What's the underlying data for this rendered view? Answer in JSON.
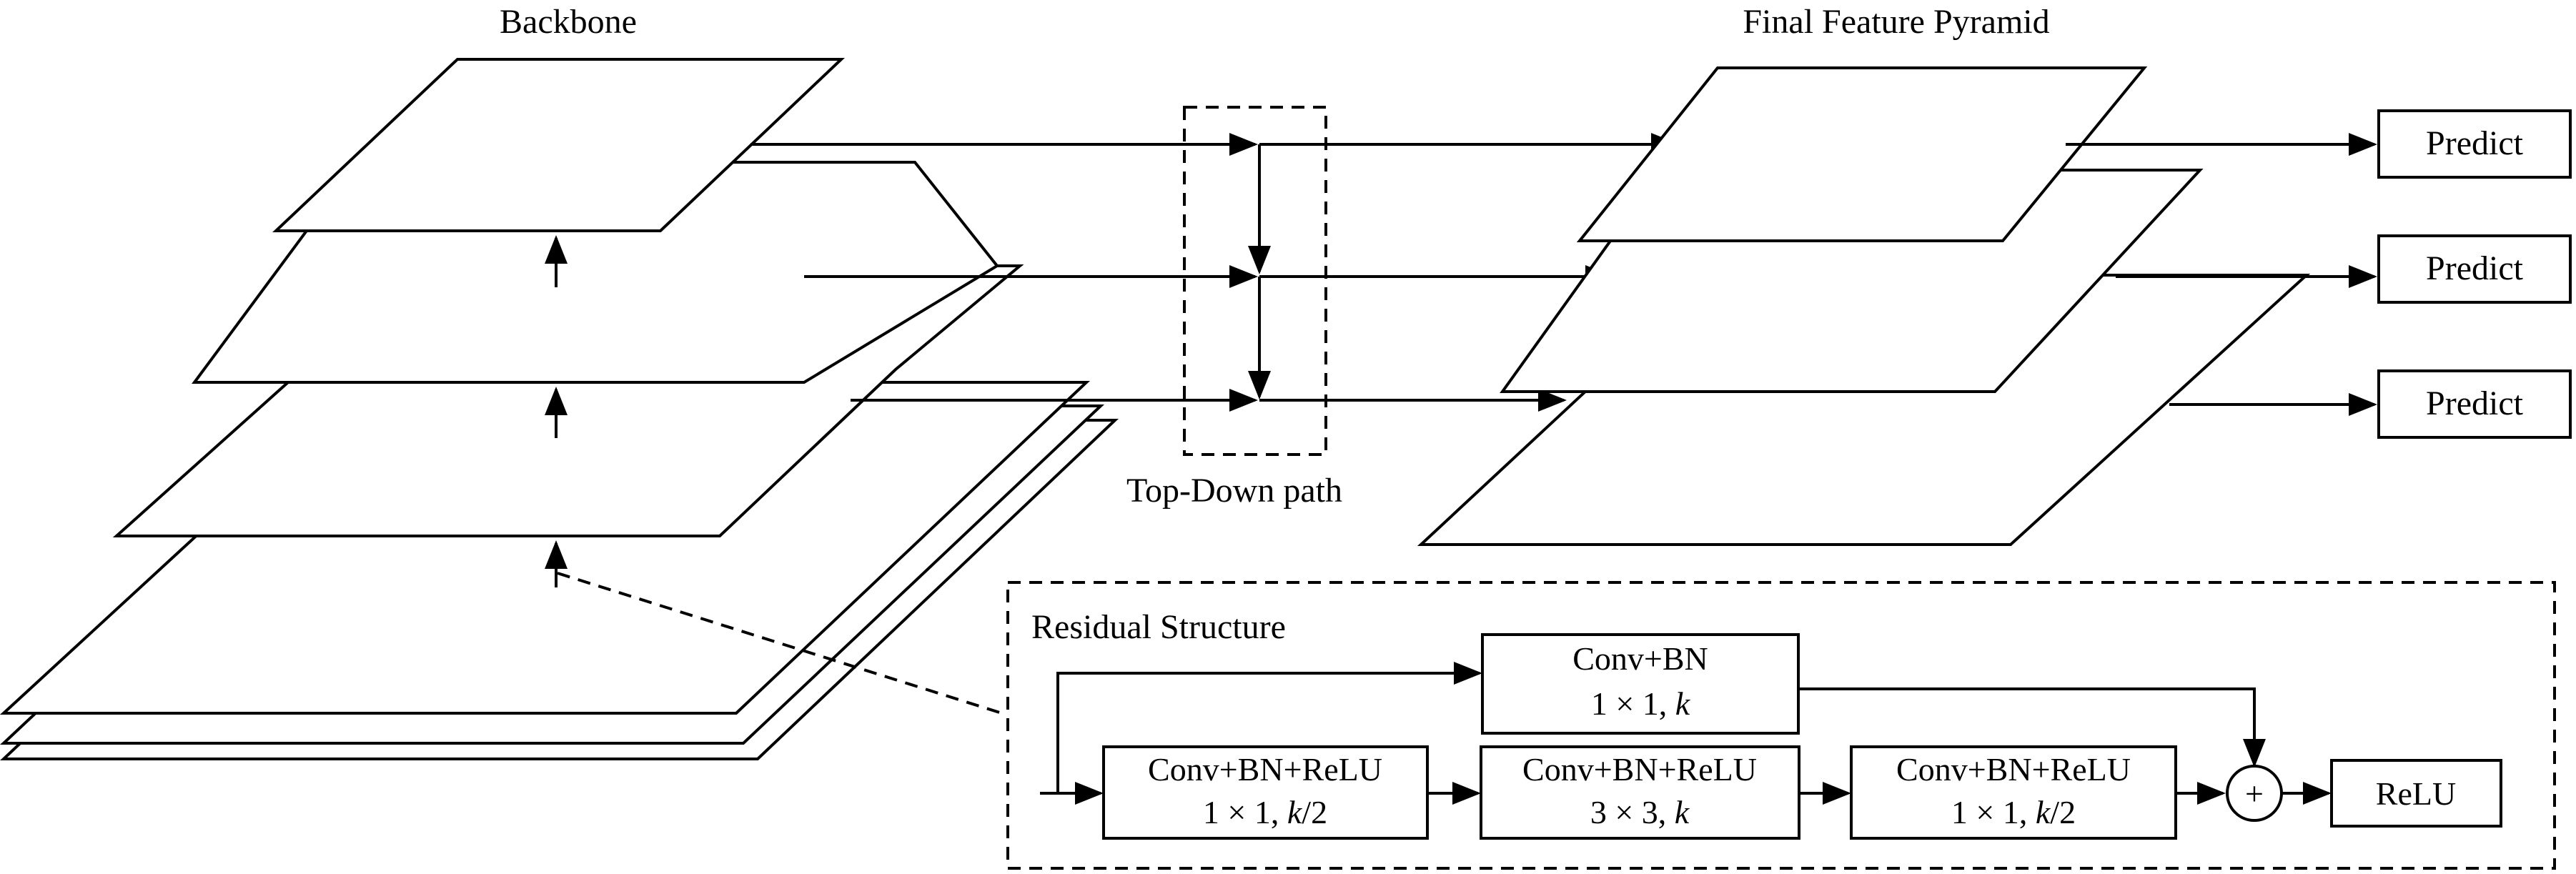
{
  "labels": {
    "backbone": "Backbone",
    "final_pyramid": "Final Feature Pyramid",
    "top_down": "Top-Down path",
    "residual": "Residual Structure"
  },
  "predict": [
    "Predict",
    "Predict",
    "Predict"
  ],
  "residual_blocks": {
    "shortcut": {
      "line1": "Conv+BN",
      "line2_prefix": "1 × 1, ",
      "line2_var": "k",
      "line2_suffix": ""
    },
    "block1": {
      "line1": "Conv+BN+ReLU",
      "line2_prefix": "1 × 1, ",
      "line2_var": "k",
      "line2_suffix": "/2"
    },
    "block2": {
      "line1": "Conv+BN+ReLU",
      "line2_prefix": "3 × 3, ",
      "line2_var": "k",
      "line2_suffix": ""
    },
    "block3": {
      "line1": "Conv+BN+ReLU",
      "line2_prefix": "1 × 1, ",
      "line2_var": "k",
      "line2_suffix": "/2"
    },
    "sum_symbol": "+",
    "relu": "ReLU"
  }
}
